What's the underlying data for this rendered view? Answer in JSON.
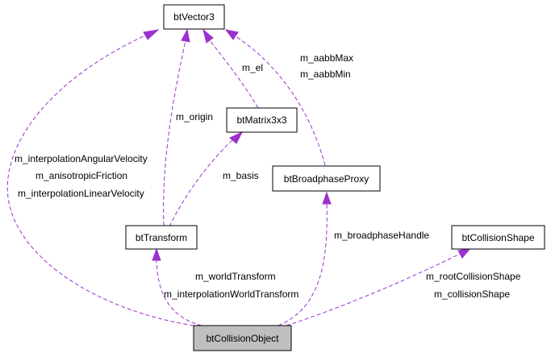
{
  "colors": {
    "edge": "#9a32cd",
    "node_fill": "#ffffff",
    "focus_node_fill": "#bfbfbf",
    "border": "#000000"
  },
  "nodes": {
    "btVector3": "btVector3",
    "btMatrix3x3": "btMatrix3x3",
    "btBroadphaseProxy": "btBroadphaseProxy",
    "btTransform": "btTransform",
    "btCollisionShape": "btCollisionShape",
    "btCollisionObject": "btCollisionObject"
  },
  "edges": {
    "m_el": "m_el",
    "m_origin": "m_origin",
    "m_basis": "m_basis",
    "m_aabbMax": "m_aabbMax",
    "m_aabbMin": "m_aabbMin",
    "m_interpolationAngularVelocity": "m_interpolationAngularVelocity",
    "m_anisotropicFriction": "m_anisotropicFriction",
    "m_interpolationLinearVelocity": "m_interpolationLinearVelocity",
    "m_broadphaseHandle": "m_broadphaseHandle",
    "m_worldTransform": "m_worldTransform",
    "m_interpolationWorldTransform": "m_interpolationWorldTransform",
    "m_rootCollisionShape": "m_rootCollisionShape",
    "m_collisionShape": "m_collisionShape"
  }
}
